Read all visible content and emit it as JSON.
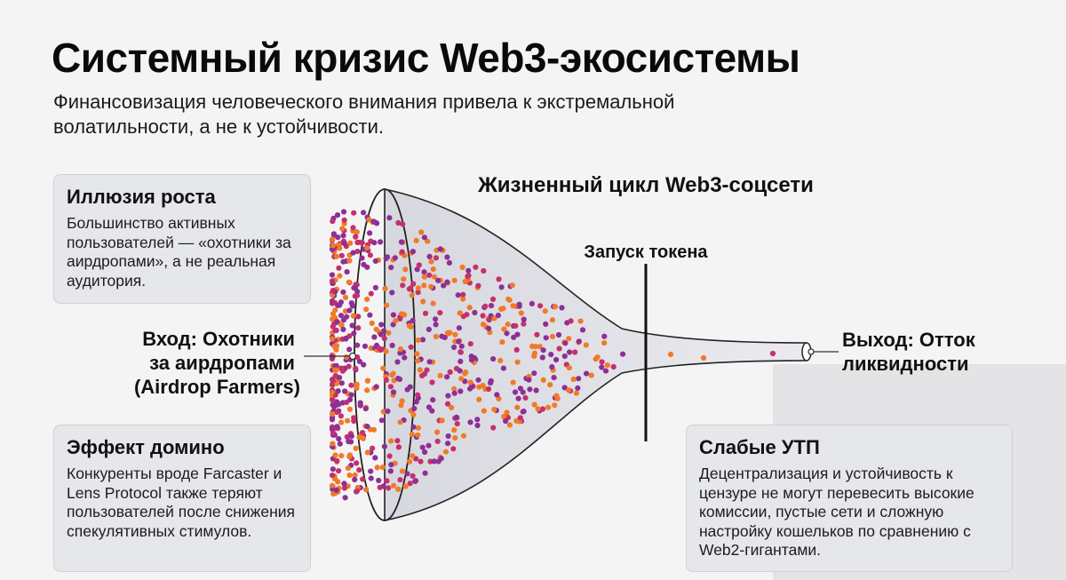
{
  "header": {
    "title": "Системный кризис Web3-экосистемы",
    "subtitle": "Финансовизация человеческого внимания привела к экстремальной волатильности, а не к устойчивости."
  },
  "cards": {
    "growth_illusion": {
      "title": "Иллюзия роста",
      "text": "Большинство активных пользователей — «охотники за аирдропами», а не реальная аудитория."
    },
    "domino_effect": {
      "title": "Эффект домино",
      "text": "Конкуренты вроде Farcaster и Lens Protocol также теряют пользователей после снижения спекулятивных стимулов."
    },
    "weak_usp": {
      "title": "Слабые УТП",
      "text": "Децентрализация и устойчивость к цензуре не могут перевесить высокие комиссии, пустые сети и сложную настройку кошельков по сравнению с Web2-гигантами."
    }
  },
  "diagram": {
    "title": "Жизненный цикл Web3-соцсети",
    "input_label": [
      "Вход: Охотники",
      "за аирдропами",
      "(Airdrop Farmers)"
    ],
    "output_label": [
      "Выход: Отток",
      "ликвидности"
    ],
    "token_launch_label": "Запуск токена"
  },
  "colors": {
    "orange": "#f07a28",
    "purple": "#8e2f96",
    "magenta": "#c4306e",
    "funnel_fill": "#dcdde4"
  }
}
